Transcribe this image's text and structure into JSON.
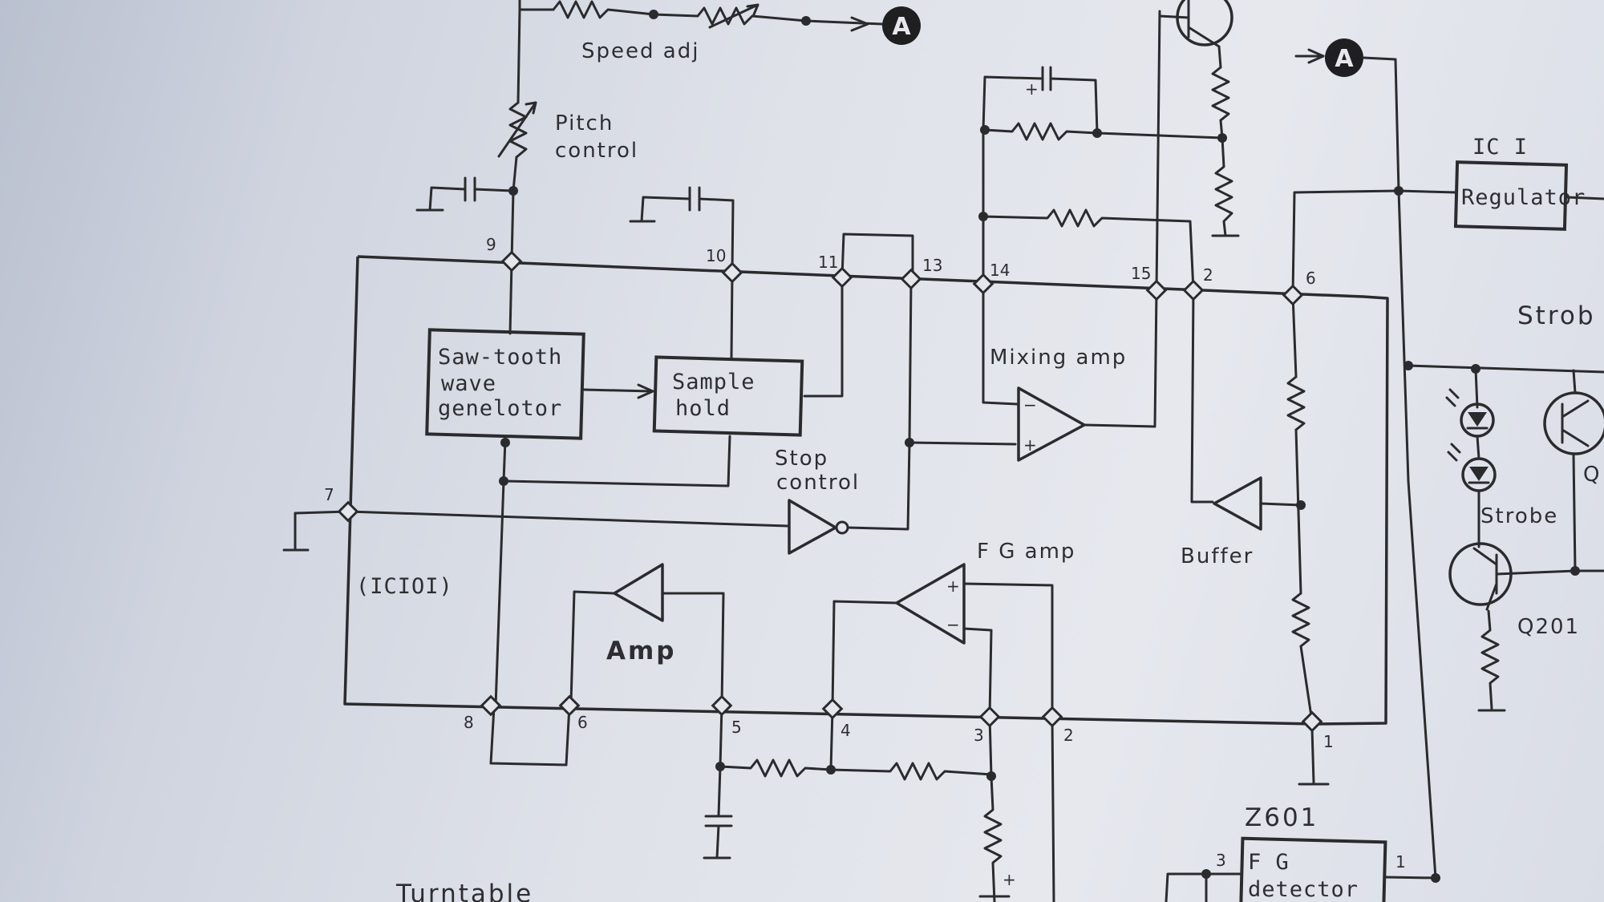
{
  "labels": {
    "speed_adj": "Speed adj",
    "pitch_line1": "Pitch",
    "pitch_line2": "control",
    "saw_line1": "Saw-tooth",
    "saw_line2": "wave",
    "saw_line3": "genelotor",
    "sample_line1": "Sample",
    "sample_line2": "hold",
    "mixing_amp": "Mixing amp",
    "stop_line1": "Stop",
    "stop_line2": "control",
    "fg_amp": "F G amp",
    "buffer": "Buffer",
    "ic101": "(ICIOI)",
    "amp": "Amp",
    "ic1": "IC I",
    "regulator": "Regulator",
    "strobe_header": "Strob",
    "strobe": "Strobe",
    "q_partial": "Q",
    "q201": "Q201",
    "z601": "Z601",
    "fg_line1": "F G",
    "fg_line2": "detector",
    "turntable": "Turntable",
    "connector_a": "A"
  },
  "pins": {
    "p9": "9",
    "p10": "10",
    "p11": "11",
    "p13": "13",
    "p14": "14",
    "p15": "15",
    "p2_top": "2",
    "p6_top": "6",
    "p7": "7",
    "p8": "8",
    "p6_bot": "6",
    "p5": "5",
    "p4": "4",
    "p3": "3",
    "p2_bot": "2",
    "p1": "1",
    "z3": "3",
    "z1": "1"
  },
  "colors": {
    "ink": "#2b2b2e",
    "paper": "#e4e6ec"
  }
}
